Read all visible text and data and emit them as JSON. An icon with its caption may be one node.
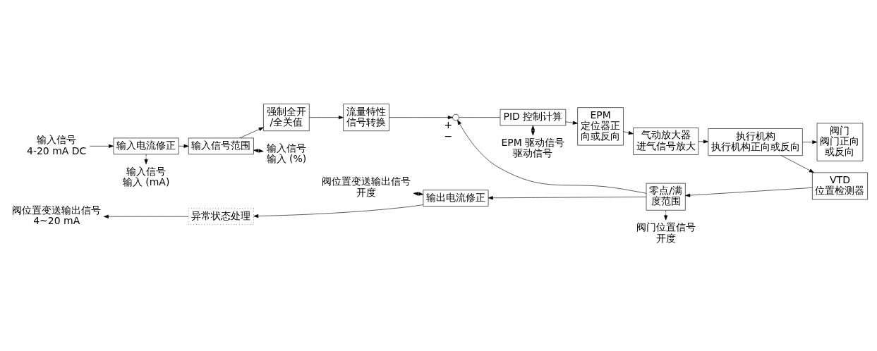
{
  "diagram": {
    "nodes": [
      {
        "text": [
          "输入信号",
          "4-20 mA DC"
        ]
      },
      {
        "text": [
          "输入电流修正"
        ]
      },
      {
        "text": [
          "输入信号范围"
        ]
      },
      {
        "text": [
          "强制全开/全关值"
        ]
      },
      {
        "text": [
          "流量特性信号转换"
        ]
      },
      {
        "text": [],
        "shape": "circle",
        "beside": [
          "+",
          "−"
        ]
      },
      {
        "text": [
          "PID 控制计算"
        ]
      },
      {
        "text": [
          "EPM",
          "定位器正向或反向"
        ]
      },
      {
        "text": [
          "气动放大器",
          "进气信号放大"
        ]
      },
      {
        "text": [
          "执行机构",
          "执行机构正向或反向"
        ]
      },
      {
        "text": [
          "阀门",
          "阀门正向或反向"
        ]
      },
      {
        "text": [
          "VTD",
          "位置检测器"
        ]
      },
      {
        "text": [
          "零点/满度范围"
        ]
      },
      {
        "text": [
          "输出电流修正"
        ]
      },
      {
        "text": [
          "异常状态处理"
        ]
      },
      {
        "text": [
          "阀位置变送输出信号",
          "4~20 mA"
        ]
      },
      {
        "text": [
          "输入信号",
          "输入 (mA)"
        ]
      },
      {
        "text": [
          "输入信号",
          "输入 (%)"
        ]
      },
      {
        "text": [
          "EPM 驱动信号",
          "驱动信号"
        ]
      },
      {
        "text": [
          "阀门位置信号",
          "开度"
        ]
      },
      {
        "text": [
          "阀位置变送输出信号",
          "开度"
        ]
      }
    ],
    "edges": [
      {
        "from": 0,
        "to": 1,
        "arrow": "to"
      },
      {
        "from": 1,
        "to": 2,
        "arrow": "to"
      },
      {
        "from": 2,
        "to": 3,
        "arrow": "to"
      },
      {
        "from": 3,
        "to": 4,
        "arrow": "to"
      },
      {
        "from": 4,
        "to": 5,
        "arrow": "to"
      },
      {
        "from": 5,
        "to": 6,
        "arrow": "none"
      },
      {
        "from": 6,
        "to": 7,
        "arrow": "to"
      },
      {
        "from": 7,
        "to": 8,
        "arrow": "to"
      },
      {
        "from": 8,
        "to": 9,
        "arrow": "to"
      },
      {
        "from": 9,
        "to": 10,
        "arrow": "to"
      },
      {
        "from": 9,
        "to": 11,
        "arrow": "to"
      },
      {
        "from": 11,
        "to": 12,
        "arrow": "to"
      },
      {
        "from": 12,
        "to": 13,
        "arrow": "to"
      },
      {
        "from": 12,
        "to": 5,
        "arrow": "to"
      },
      {
        "from": 13,
        "to": 14,
        "arrow": "to"
      },
      {
        "from": 14,
        "to": 15,
        "arrow": "to"
      },
      {
        "from": 1,
        "to": 16,
        "arrow": "to",
        "style": "dashed"
      },
      {
        "from": 2,
        "to": 17,
        "arrow": "both",
        "style": "dashed"
      },
      {
        "from": 6,
        "to": 18,
        "arrow": "both",
        "style": "dashed"
      },
      {
        "from": 12,
        "to": 19,
        "arrow": "to",
        "style": "dashed"
      },
      {
        "from": 13,
        "to": 20,
        "arrow": "both",
        "style": "dashed"
      }
    ]
  }
}
